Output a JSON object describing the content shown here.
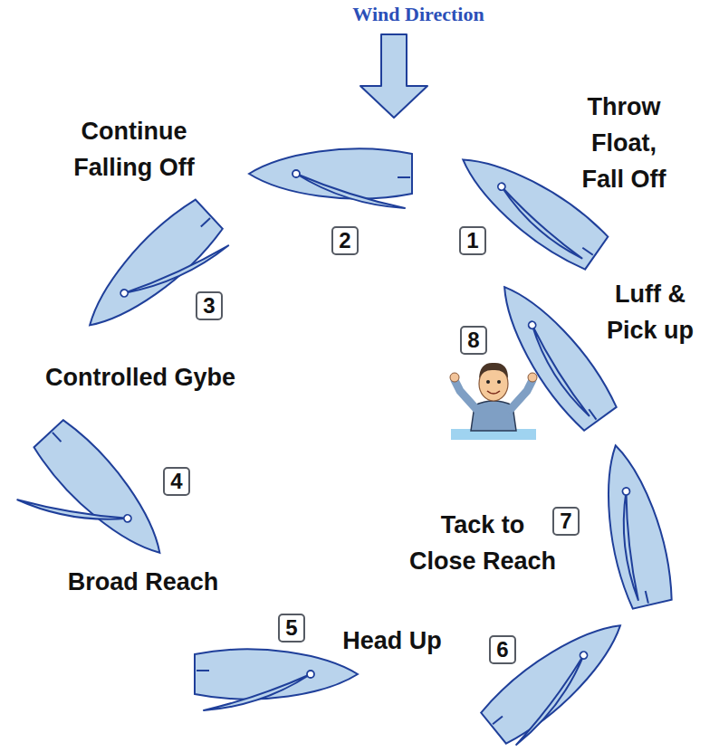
{
  "diagram": {
    "nodes": [
      {
        "text": [
          "1"
        ]
      },
      {
        "text": [
          "2"
        ]
      },
      {
        "text": [
          "3"
        ]
      },
      {
        "text": [
          "4"
        ]
      },
      {
        "text": [
          "5"
        ]
      },
      {
        "text": [
          "6"
        ]
      },
      {
        "text": [
          "7"
        ]
      },
      {
        "text": [
          "8"
        ]
      }
    ],
    "labels": [
      "Wind Direction",
      "Throw Float, Fall Off",
      "Continue Falling Off",
      "Controlled Gybe",
      "Broad Reach",
      "Head Up",
      "Tack to Close Reach",
      "Luff & Pick up"
    ]
  }
}
